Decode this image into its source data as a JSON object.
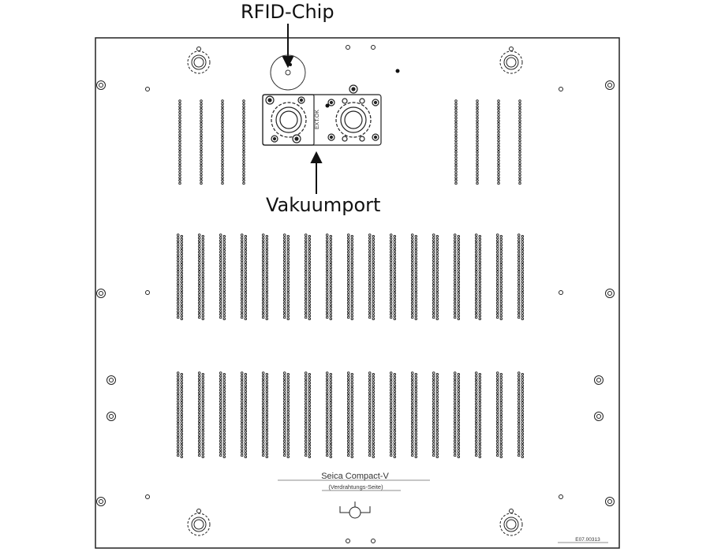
{
  "callouts": {
    "rfid_chip": "RFID-Chip",
    "vakuumport": "Vakuumport"
  },
  "plate": {
    "model_label": "Seica Compact-V",
    "side_label": "(Verdrahtungs-Seite)",
    "drawing_number": "E07.00313"
  },
  "connector_label": "EXT.OK",
  "colors": {
    "line": "#222222",
    "pin": "#1a1a1a",
    "background": "#ffffff"
  }
}
